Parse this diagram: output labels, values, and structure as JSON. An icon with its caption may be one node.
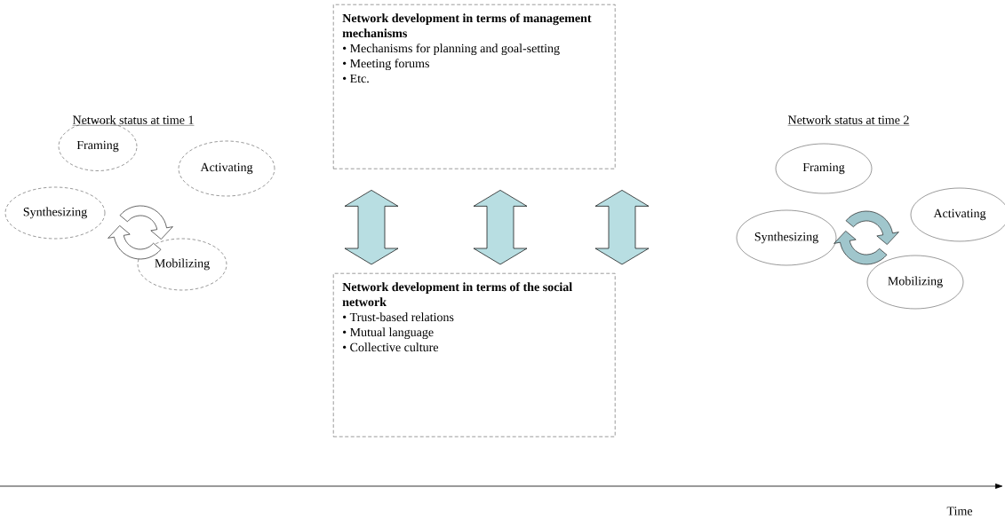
{
  "diagram": {
    "nodes": [
      {
        "text": [
          "Network development in terms of management mechanisms",
          "• Mechanisms for planning and goal-setting",
          "• Meeting forums",
          "• Etc."
        ]
      },
      {
        "text": [
          "Network development in terms of the social network",
          "• Trust-based relations",
          "• Mutual language",
          "• Collective culture"
        ]
      },
      {
        "text": [
          "Framing"
        ]
      },
      {
        "text": [
          "Activating"
        ]
      },
      {
        "text": [
          "Synthesizing"
        ]
      },
      {
        "text": [
          "Mobilizing"
        ]
      },
      {
        "text": [
          "Framing"
        ]
      },
      {
        "text": [
          "Activating"
        ]
      },
      {
        "text": [
          "Synthesizing"
        ]
      },
      {
        "text": [
          "Mobilizing"
        ]
      }
    ],
    "edges": [
      {
        "from": 0,
        "to": 1,
        "arrow": "both"
      },
      {
        "from": 0,
        "to": 1,
        "arrow": "both"
      },
      {
        "from": 0,
        "to": 1,
        "arrow": "both"
      }
    ],
    "labels": [
      "Network status at time 1",
      "Network status at time 2",
      "Time"
    ]
  }
}
